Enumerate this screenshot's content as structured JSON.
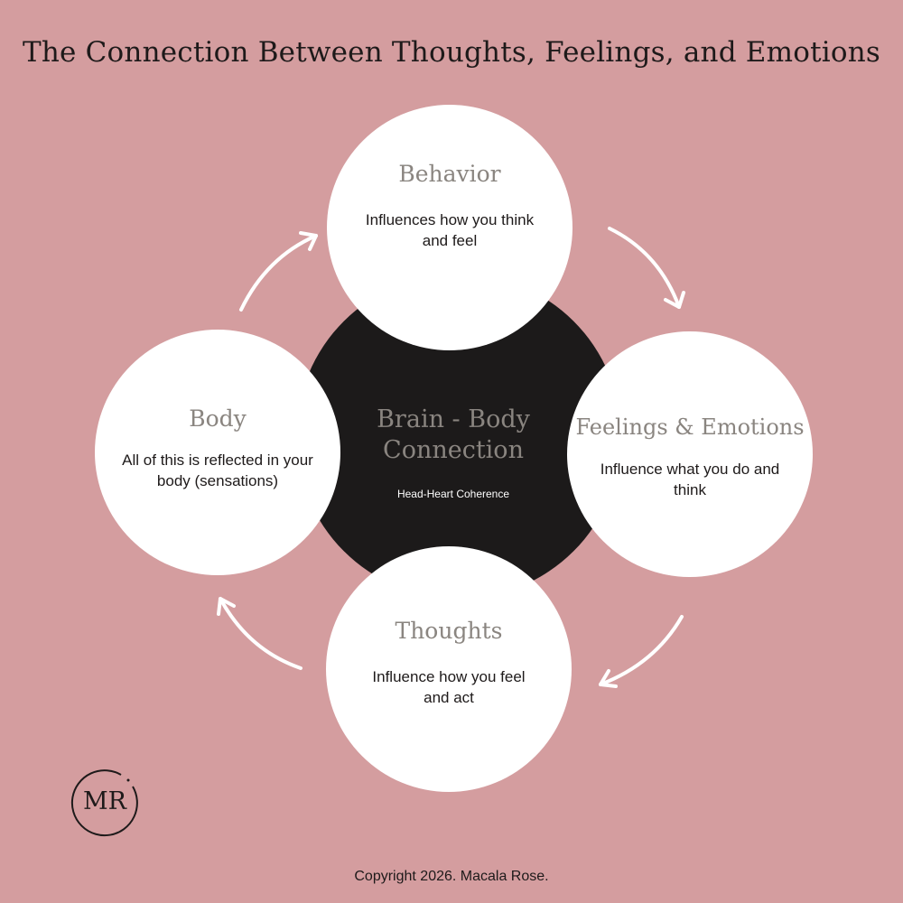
{
  "title": "The Connection Between Thoughts, Feelings, and Emotions",
  "center": {
    "title_line1": "Brain - Body",
    "title_line2": "Connection",
    "subtitle": "Head-Heart Coherence"
  },
  "nodes": {
    "behavior": {
      "title": "Behavior",
      "text_line1": "Influences how you think",
      "text_line2": "and feel"
    },
    "feelings": {
      "title": "Feelings & Emotions",
      "text_line1": "Influence what you do and",
      "text_line2": "think"
    },
    "thoughts": {
      "title": "Thoughts",
      "text_line1": "Influence how you feel",
      "text_line2": "and act"
    },
    "body": {
      "title": "Body",
      "text_line1": "All of this is reflected in your",
      "text_line2": "body (sensations)"
    }
  },
  "logo": {
    "initials": "MR"
  },
  "footer": {
    "copyright": "Copyright 2026. Macala Rose."
  },
  "colors": {
    "background": "#d49d9f",
    "center_circle": "#1c1a1a",
    "node_circle": "#ffffff",
    "heading_gray": "#8a8580",
    "dark_text": "#1e1a1a"
  }
}
